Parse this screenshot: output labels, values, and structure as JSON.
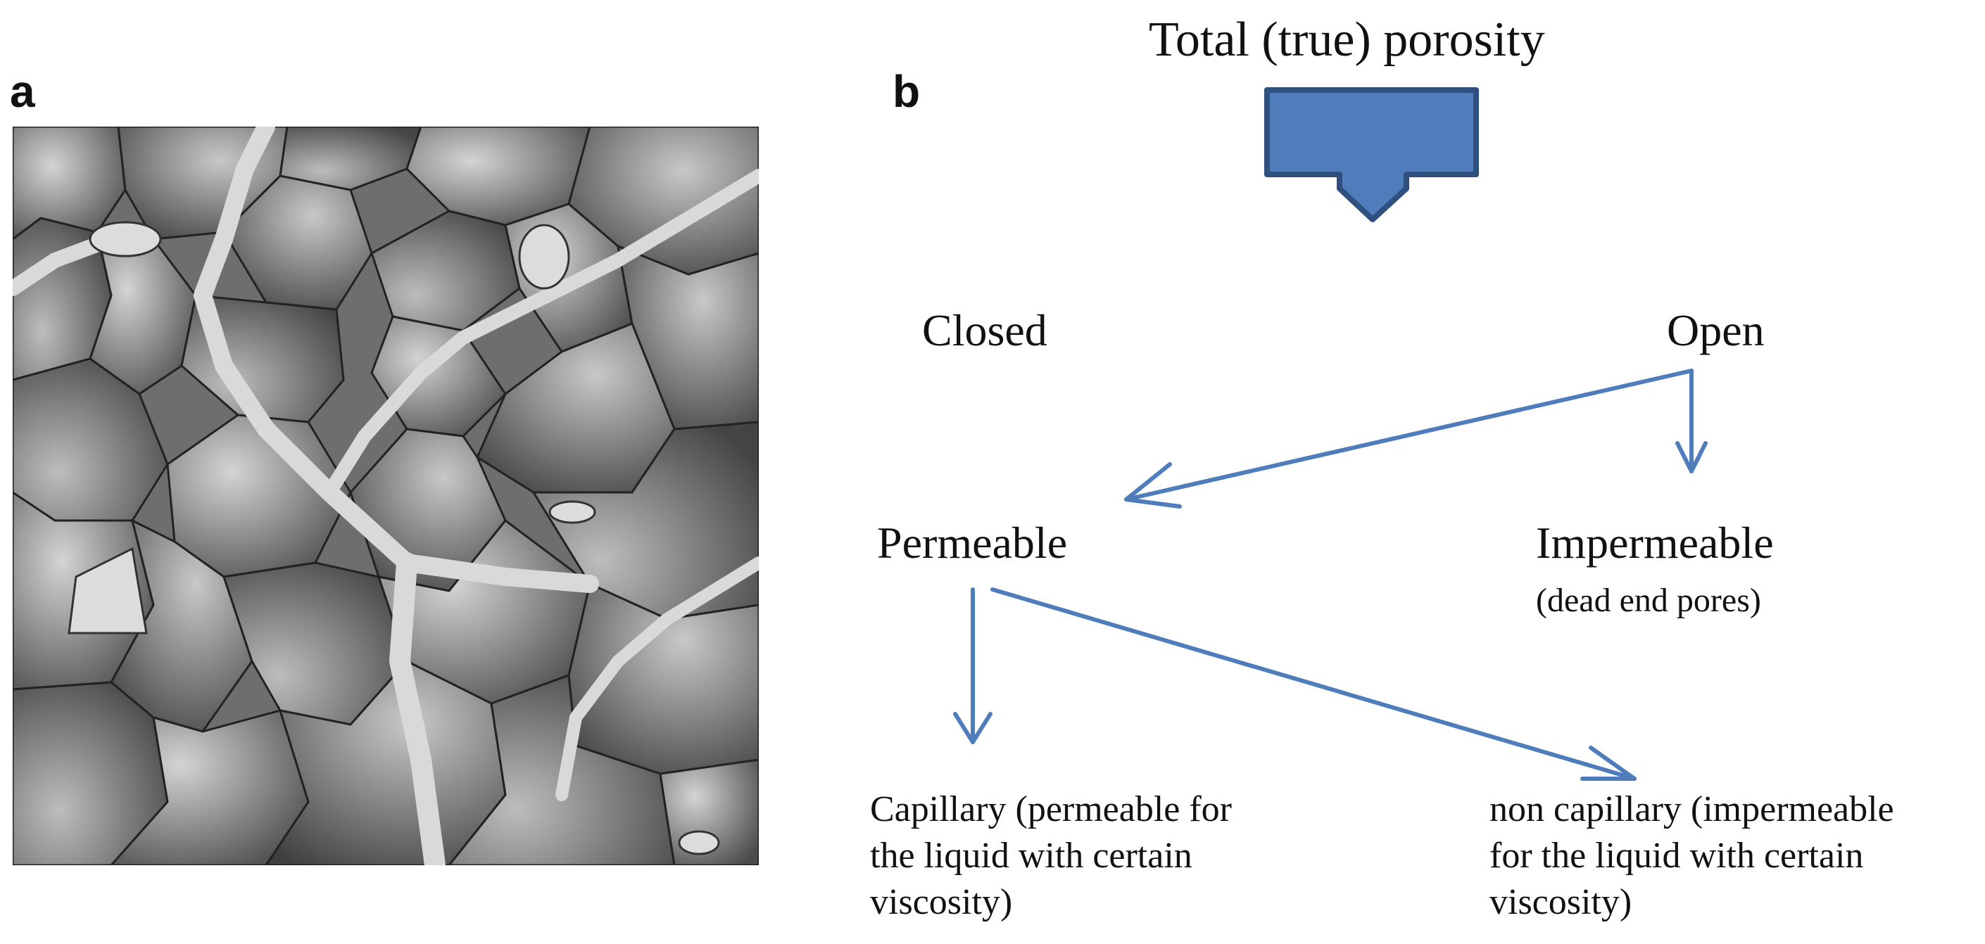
{
  "panel_a": {
    "label": "a"
  },
  "panel_b": {
    "label": "b",
    "title": "Total (true) porosity",
    "closed": "Closed",
    "open": "Open",
    "permeable": "Permeable",
    "impermeable": "Impermeable",
    "impermeable_note": "(dead end pores)",
    "capillary": [
      "Capillary (permeable for",
      "the liquid with certain",
      "viscosity)"
    ],
    "non_capillary": [
      "non capillary (impermeable",
      "for the liquid with certain",
      "viscosity)"
    ]
  },
  "colors": {
    "arrow": "#4f7dbb",
    "block_arrow_fill": "#4f7dbb",
    "block_arrow_stroke": "#2f4f7f"
  }
}
